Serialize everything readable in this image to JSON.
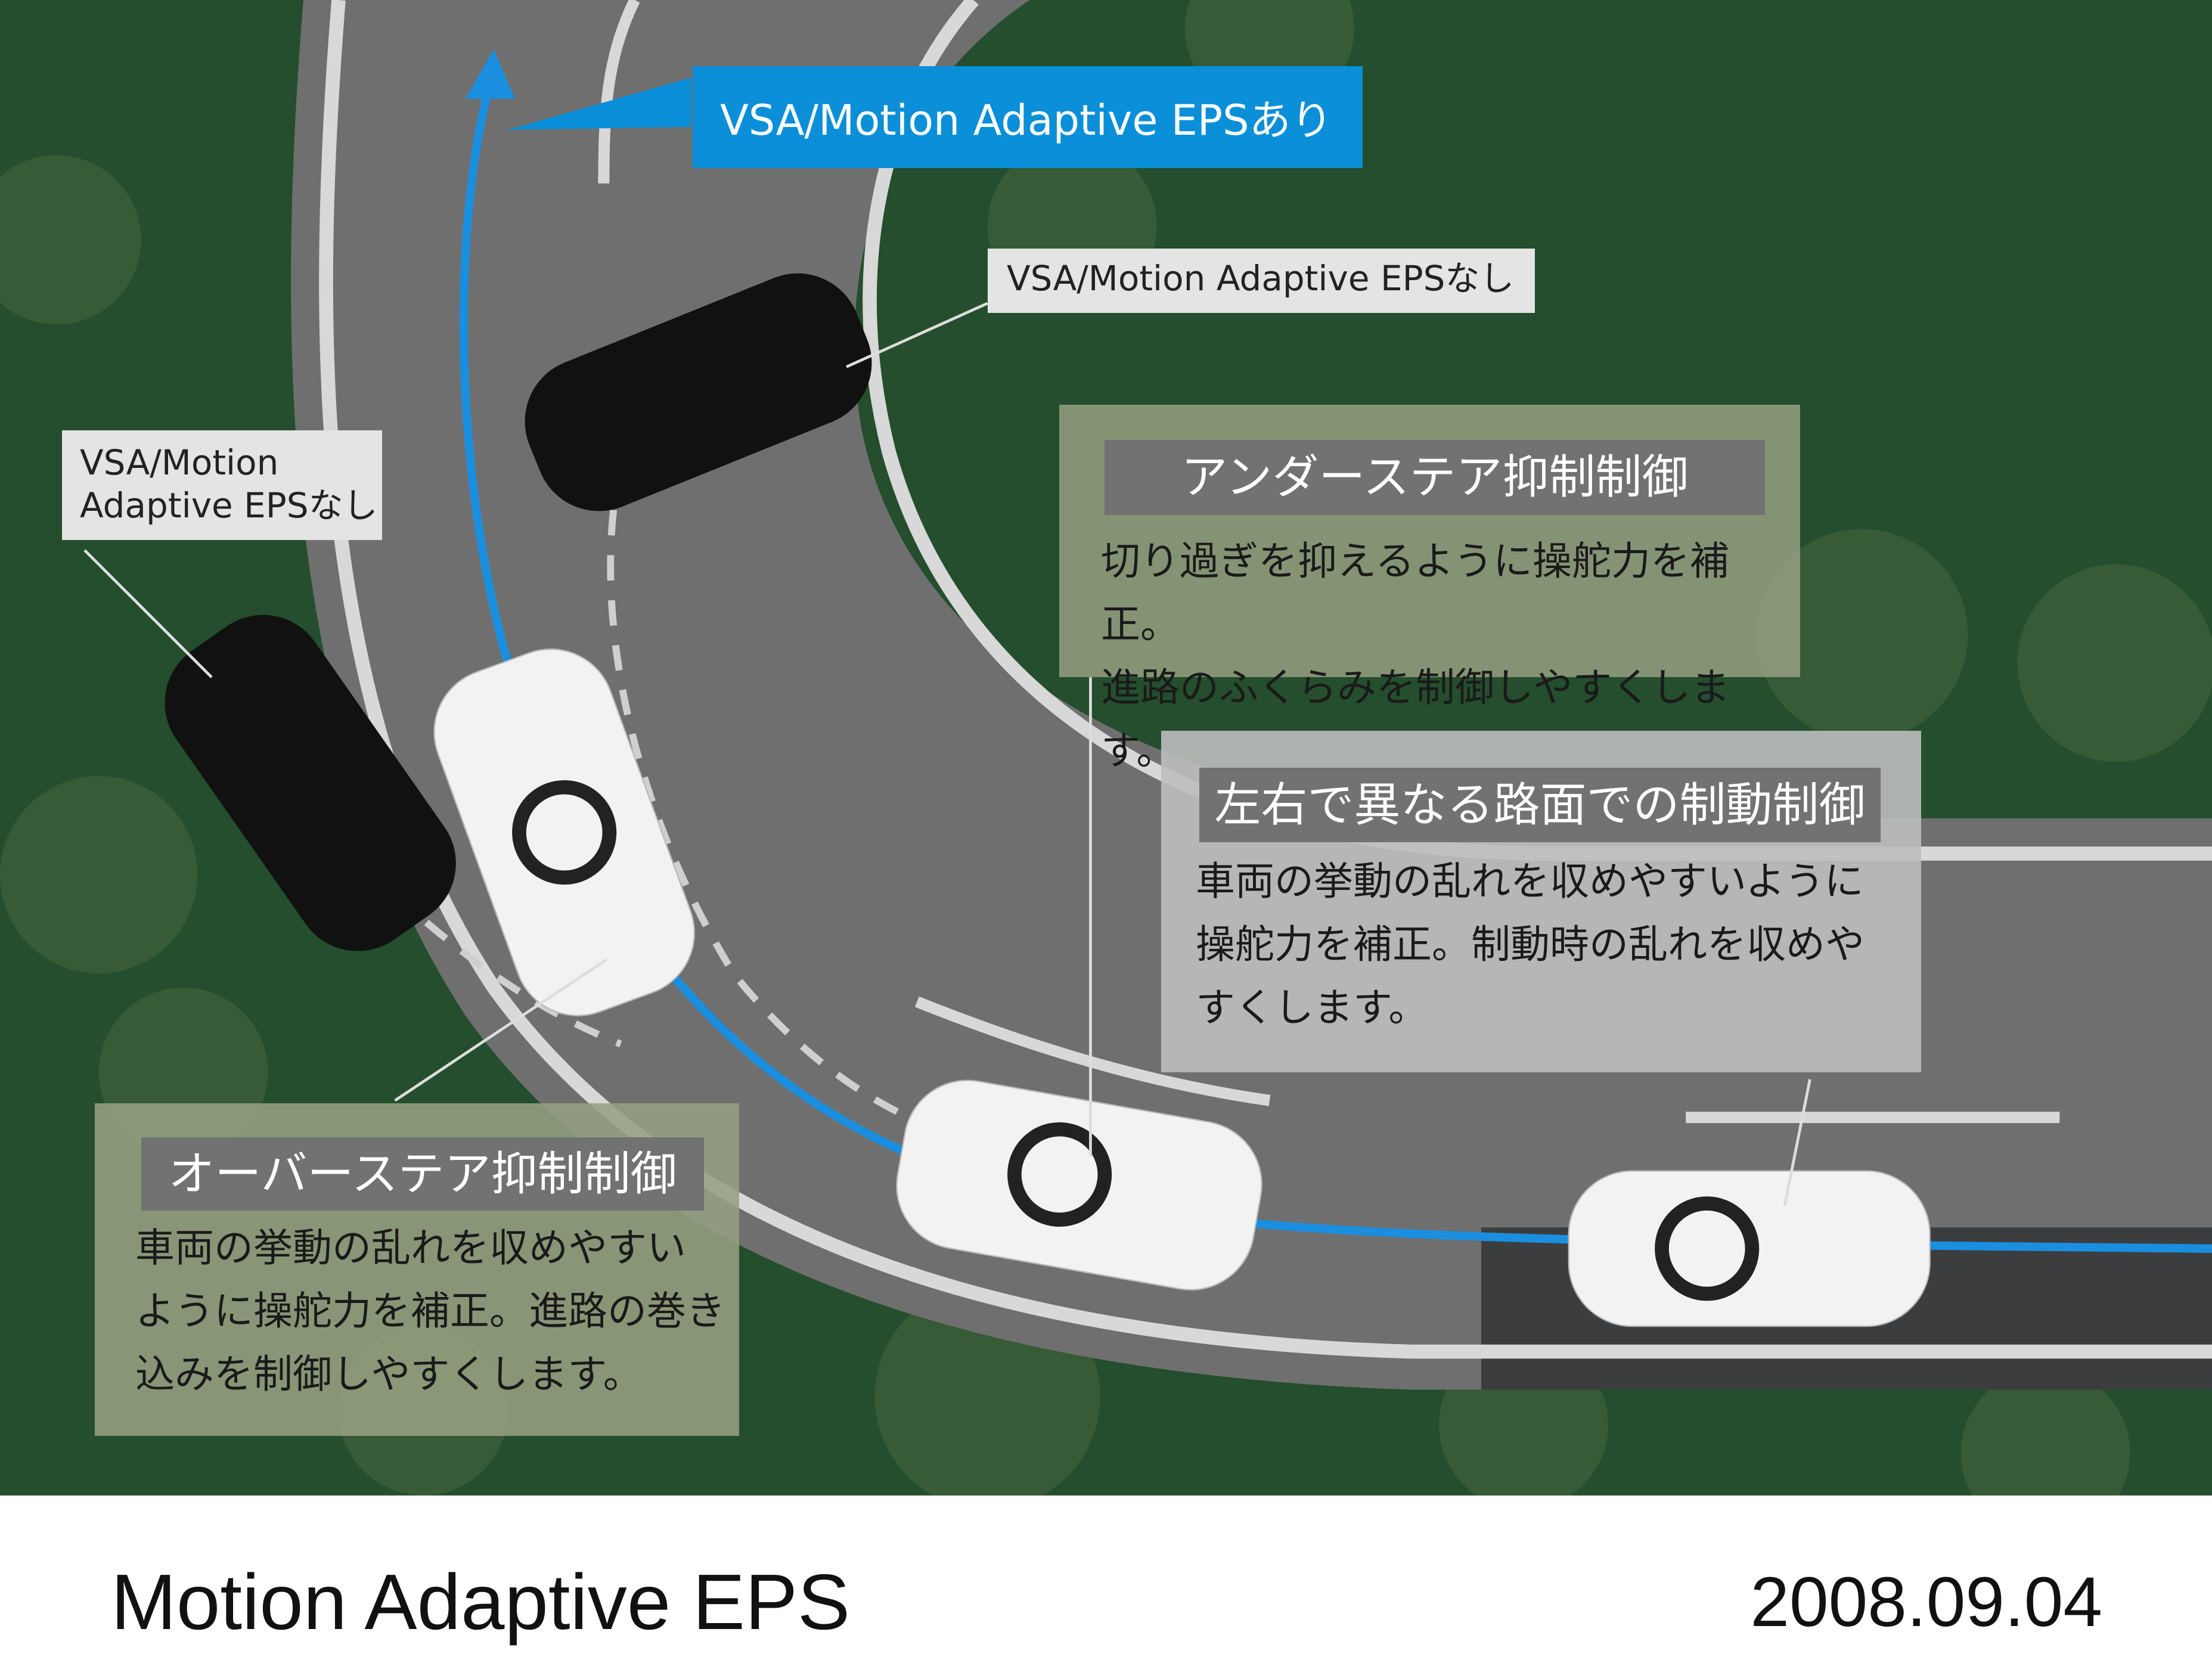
{
  "labels": {
    "with_system": "VSA/Motion Adaptive EPSあり",
    "without_system_top": "VSA/Motion Adaptive EPSなし",
    "without_system_left_line1": "VSA/Motion",
    "without_system_left_line2": "Adaptive EPSなし"
  },
  "panels": {
    "understeer": {
      "title": "アンダーステア抑制制御",
      "lines": [
        "切り過ぎを抑えるように操舵力を補正。",
        "進路のふくらみを制御しやすくします。"
      ]
    },
    "split_mu_braking": {
      "title": "左右で異なる路面での制動制御",
      "lines": [
        "車両の挙動の乱れを収めやすいように",
        "操舵力を補正。制動時の乱れを収めや",
        "すくします。"
      ]
    },
    "oversteer": {
      "title": "オーバーステア抑制制御",
      "lines": [
        "車両の挙動の乱れを収めやすい",
        "ように操舵力を補正。進路の巻き",
        "込みを制御しやすくします。"
      ]
    }
  },
  "footer": {
    "title": "Motion Adaptive EPS",
    "date": "2008.09.04"
  },
  "colors": {
    "grass": "#234d2c",
    "road": "#6e6e6e",
    "accent_blue": "#0a8fd8"
  }
}
